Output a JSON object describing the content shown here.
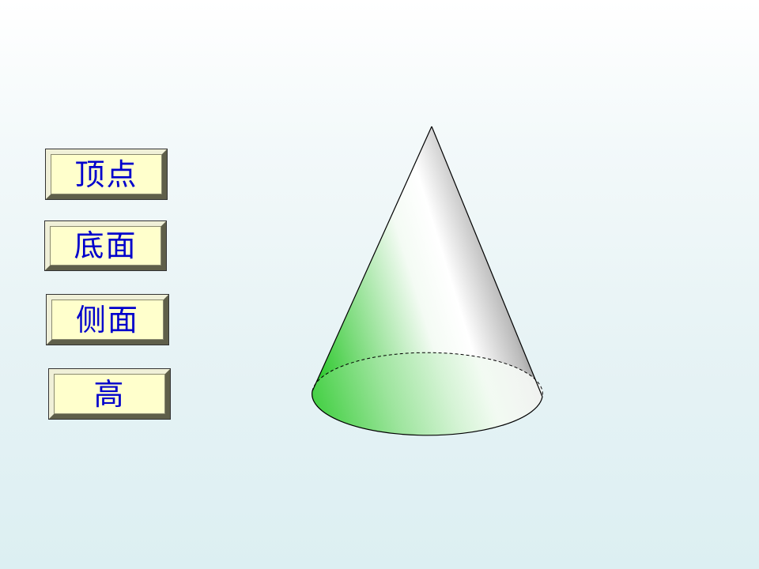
{
  "buttons": {
    "vertex": "顶点",
    "base": "底面",
    "side": "侧面",
    "height": "高"
  },
  "figure": {
    "shape": "cone",
    "colors": {
      "surface_light": "#ffffff",
      "surface_green": "#1ec81e",
      "surface_gray": "#7a7a7a",
      "outline": "#000000"
    }
  }
}
